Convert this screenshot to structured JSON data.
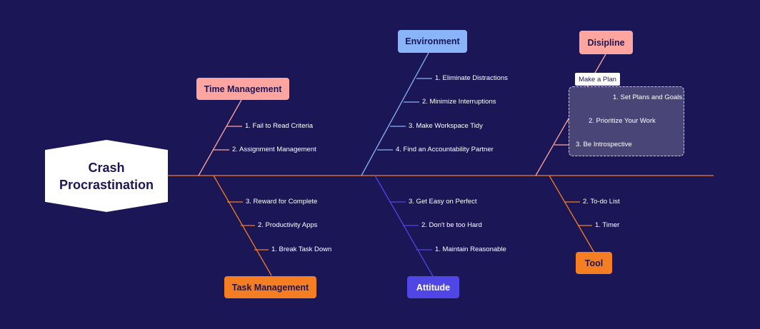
{
  "head": {
    "label": "Crash\nProcrastination"
  },
  "categories": {
    "time_management": {
      "label": "Time Management",
      "color": "#ffa5a0",
      "text_color": "#1b1655"
    },
    "environment": {
      "label": "Environment",
      "color": "#8ab4f8",
      "text_color": "#1b1655"
    },
    "discipline": {
      "label": "Disipline",
      "color": "#ffa5a0",
      "text_color": "#1b1655"
    },
    "task_management": {
      "label": "Task Management",
      "color": "#f57d22",
      "text_color": "#1b1655"
    },
    "attitude": {
      "label": "Attitude",
      "color": "#5046e5",
      "text_color": "#ffffff"
    },
    "tool": {
      "label": "Tool",
      "color": "#f57d22",
      "text_color": "#1b1655"
    }
  },
  "causes": {
    "time_management": [
      "1. Fail to Read Criteria",
      "2. Assignment Management"
    ],
    "environment": [
      "1. Eliminate Distractions",
      "2. Minimize Interruptions",
      "3. Make Workspace Tidy",
      "4. Find an Accountability Partner"
    ],
    "discipline": [
      "1. Set Plans and Goals",
      "2. Prioritize Your Work",
      "3. Be Introspective"
    ],
    "task_management": [
      "3. Reward for Complete",
      "2. Productivity Apps",
      "1. Break Task Down"
    ],
    "attitude": [
      "3. Get Easy on Perfect",
      "2. Don't be too Hard",
      "1. Maintain Reasonable"
    ],
    "tool": [
      "2. To-do List",
      "1. Timer"
    ]
  },
  "group": {
    "label": "Make a Plan"
  },
  "colors": {
    "background": "#1b1655",
    "spine": "#f57d22",
    "pink_line": "#ffa5a0",
    "blue_line": "#8ab4f8",
    "orange_line": "#f57d22",
    "purple_line": "#5046e5"
  }
}
